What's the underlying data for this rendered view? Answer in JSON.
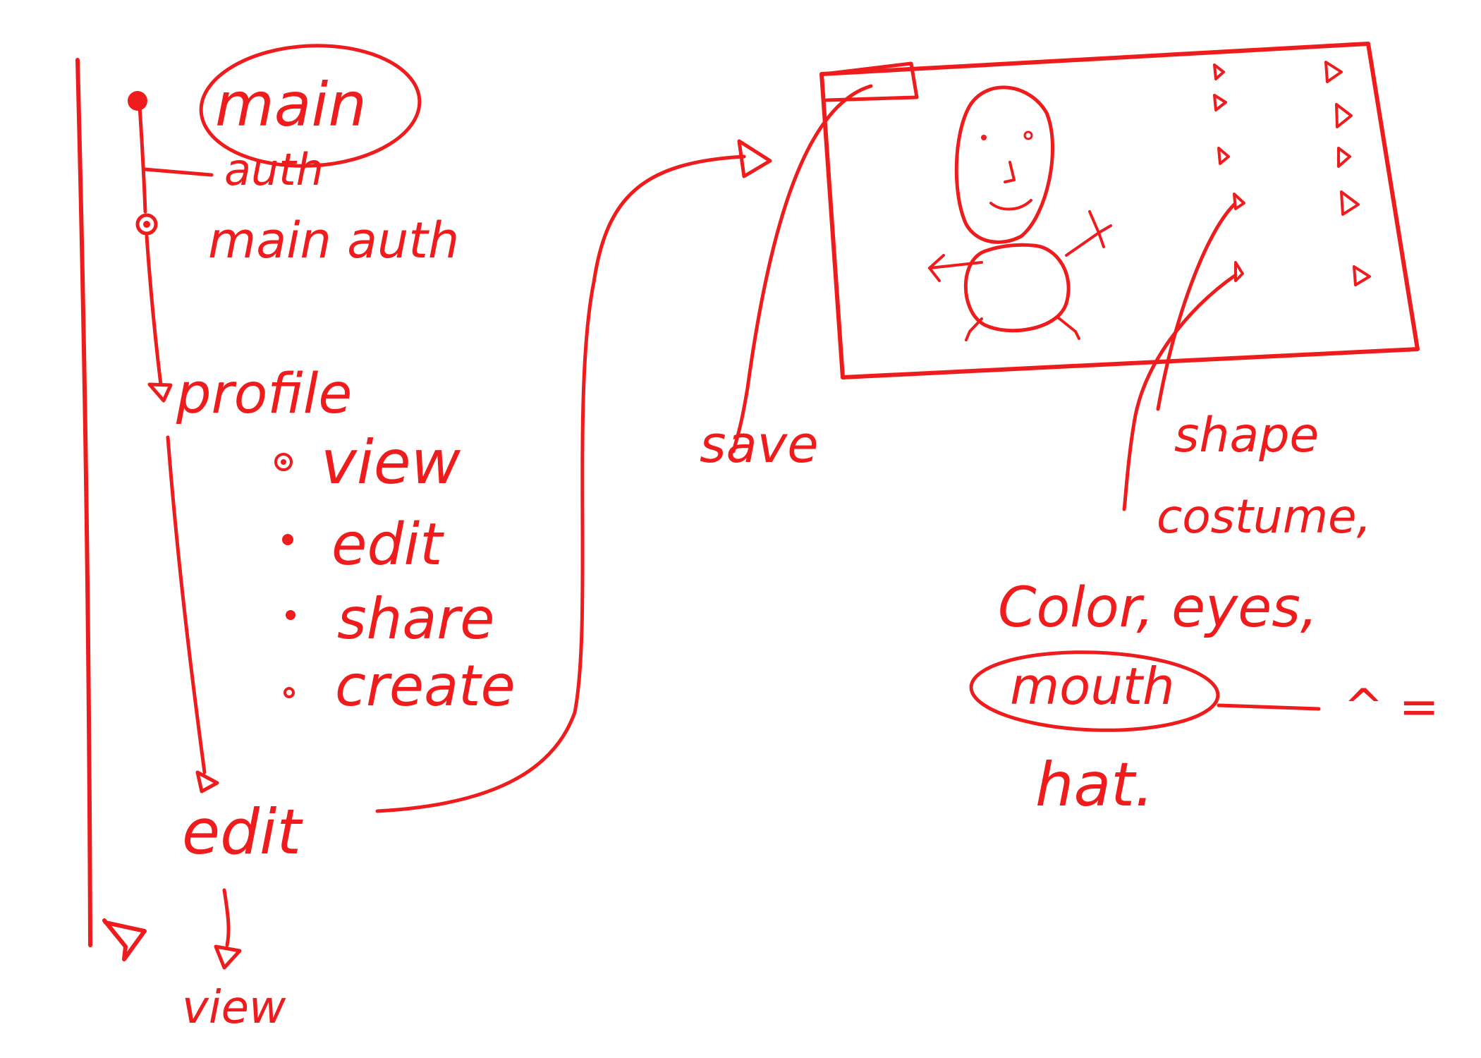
{
  "ink_color": "#ee1c1c",
  "flow": {
    "root": "main",
    "auth": "auth",
    "main_auth": "main auth",
    "profile": "profile",
    "profile_items": [
      "view",
      "edit",
      "share",
      "create"
    ],
    "edit": "edit",
    "view": "view"
  },
  "editor": {
    "save_label": "save",
    "shape_label": "shape",
    "options_line1": "costume,",
    "options_line2": "Color, eyes,",
    "mouth_label": "mouth",
    "hat_label": "hat.",
    "mouth_glyphs": "^ ="
  }
}
